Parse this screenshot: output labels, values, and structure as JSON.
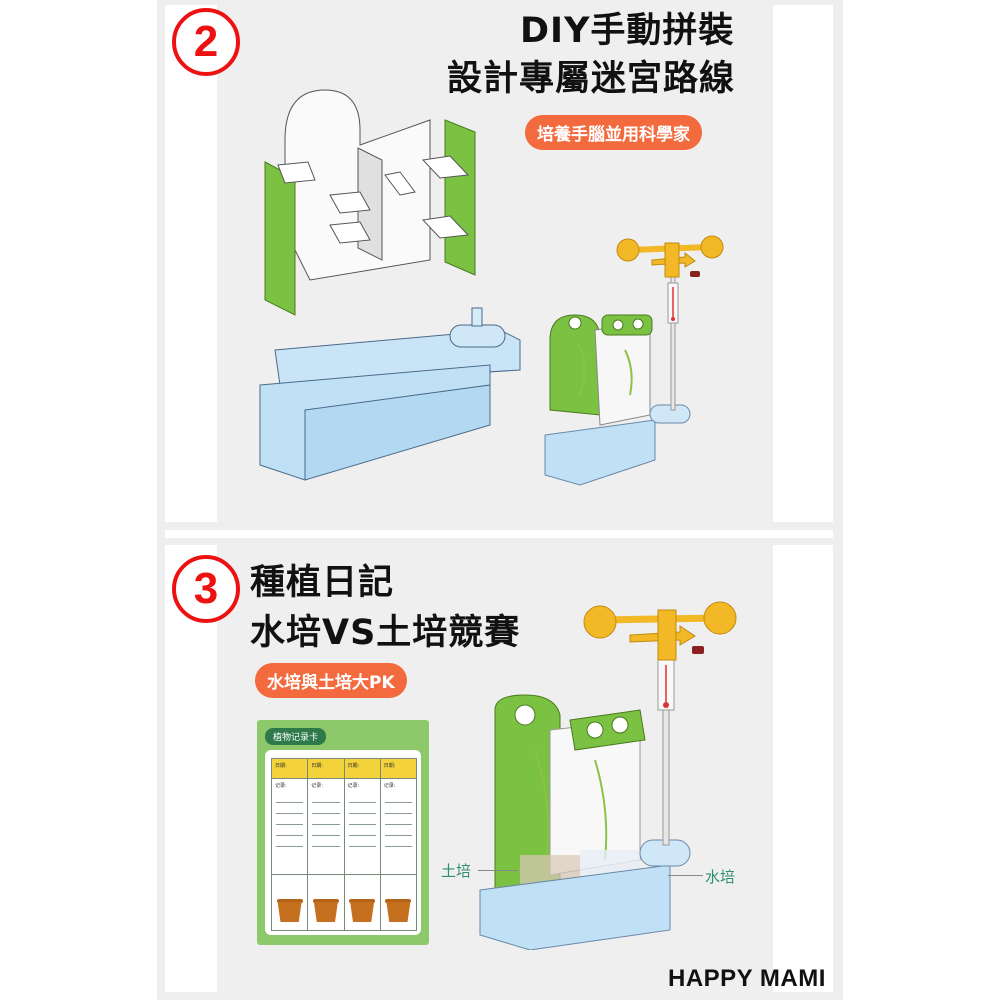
{
  "section2": {
    "number": "2",
    "title_line1": "DIY手動拼裝",
    "title_line2": "設計專屬迷宮路線",
    "badge": "培養手腦並用科學家"
  },
  "section3": {
    "number": "3",
    "title_line1": "種植日記",
    "title_line2": "水培VS土培競賽",
    "badge": "水培與土培大PK",
    "soil_label": "土培",
    "water_label": "水培",
    "record_card": {
      "title": "植物记录卡",
      "columns": [
        {
          "date_label": "日期:",
          "record_label": "记录:"
        },
        {
          "date_label": "日期:",
          "record_label": "记录:"
        },
        {
          "date_label": "日期:",
          "record_label": "记录:"
        },
        {
          "date_label": "日期:",
          "record_label": "记录:"
        }
      ]
    }
  },
  "brand": "HAPPY  MAMI",
  "colors": {
    "accent_red": "#ee1111",
    "badge_orange": "#f26a3d",
    "green": "#7cc242",
    "water_blue": "#bfe0f5",
    "label_green": "#2f8f6a",
    "gold": "#f3b825"
  }
}
